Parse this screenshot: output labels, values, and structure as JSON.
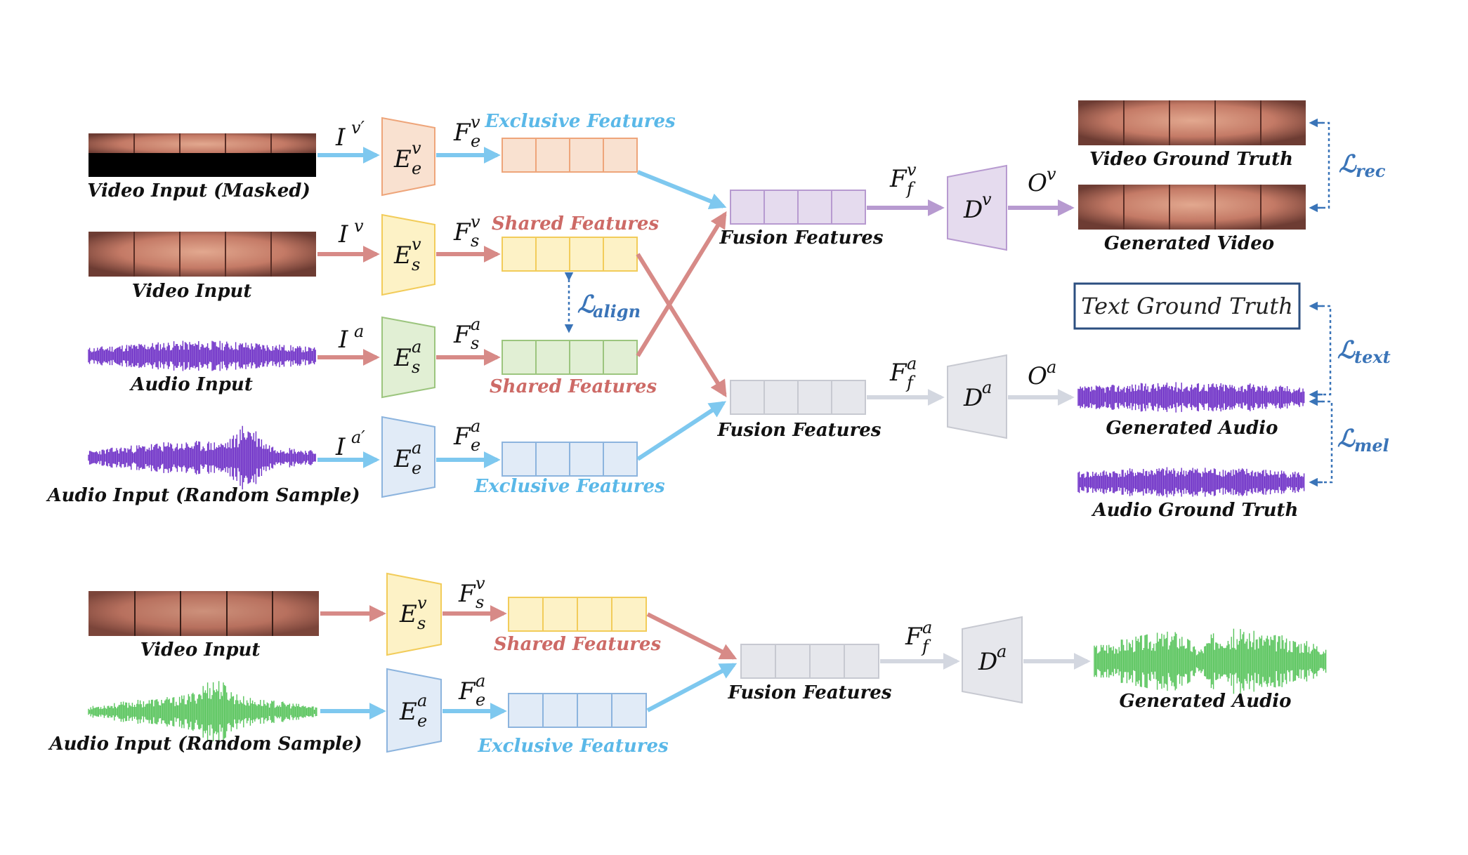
{
  "labels": {
    "video_input_masked": "Video Input (Masked)",
    "video_input": "Video Input",
    "audio_input": "Audio Input",
    "audio_input_random": "Audio Input (Random Sample)",
    "exclusive_features_top": "Exclusive Features",
    "shared_features_video": "Shared Features",
    "shared_features_audio": "Shared Features",
    "exclusive_features_audio": "Exclusive Features",
    "fusion_features_video": "Fusion Features",
    "fusion_features_audio": "Fusion Features",
    "video_ground_truth": "Video Ground Truth",
    "generated_video": "Generated Video",
    "text_ground_truth": "Text Ground Truth",
    "generated_audio": "Generated Audio",
    "audio_ground_truth": "Audio Ground Truth",
    "bottom_video_input": "Video Input",
    "bottom_audio_input": "Audio Input (Random Sample)",
    "bottom_shared_features": "Shared Features",
    "bottom_exclusive_features": "Exclusive Features",
    "bottom_fusion_features": "Fusion Features",
    "bottom_generated_audio": "Generated Audio"
  },
  "math": {
    "I": "I",
    "E": "E",
    "F": "F",
    "D": "D",
    "O": "O",
    "sup_v": "v",
    "sup_a": "a",
    "sup_v_prime": "v′",
    "sup_a_prime": "a′",
    "sub_e": "e",
    "sub_s": "s",
    "sub_f": "f"
  },
  "losses": {
    "L": "ℒ",
    "align": "align",
    "rec": "rec",
    "text": "text",
    "mel": "mel"
  },
  "colors": {
    "blue_arrow": "#7ec8ef",
    "red_arrow": "#d78a87",
    "purple_arrow": "#b79ad0",
    "gray_arrow": "#d3d7e0",
    "loss_blue": "#3a74b8",
    "orange_fill": "#f9e1d0",
    "yellow_fill": "#fdf2c6",
    "green_fill": "#e1efd4",
    "blue_fill": "#e1ebf7",
    "purple_fill": "#e5dbee",
    "gray_fill": "#e6e7ec",
    "audio_purple": "#6e2fc7",
    "audio_green": "#58c45c"
  }
}
